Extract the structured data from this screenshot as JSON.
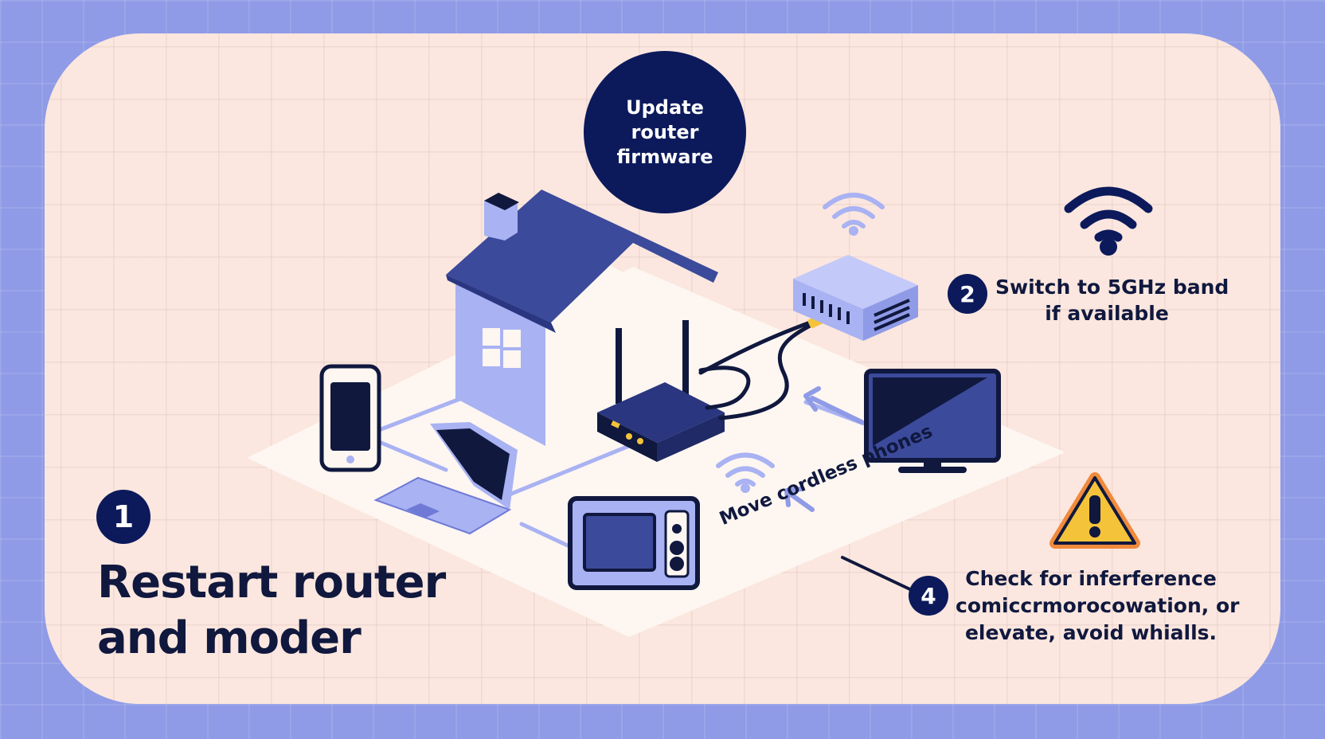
{
  "firmware_label": [
    "Update router",
    "firmware"
  ],
  "step1": {
    "number": "1",
    "lines": [
      "Restart router",
      "and moder"
    ]
  },
  "step2": {
    "number": "2",
    "lines": [
      "Switch to 5GHz band",
      "if available"
    ]
  },
  "step4": {
    "number": "4",
    "lines": [
      "Check for inferference",
      "comiccrmorocowation, or",
      "elevate, avoid whialls."
    ]
  },
  "move_label": "Move cordless phones",
  "colors": {
    "background": "#8f9be6",
    "card": "#fbe7df",
    "navy": "#0c1a5c",
    "periwinkle": "#a9b2f2",
    "indigo": "#3b4a9a",
    "warning_yellow": "#f5c33a",
    "warning_orange": "#f08a3c"
  },
  "icons": [
    "house-icon",
    "router-icon",
    "modem-icon",
    "wifi-icon",
    "smartphone-icon",
    "laptop-icon",
    "microwave-icon",
    "tv-icon",
    "warning-icon",
    "arrow-icon"
  ]
}
